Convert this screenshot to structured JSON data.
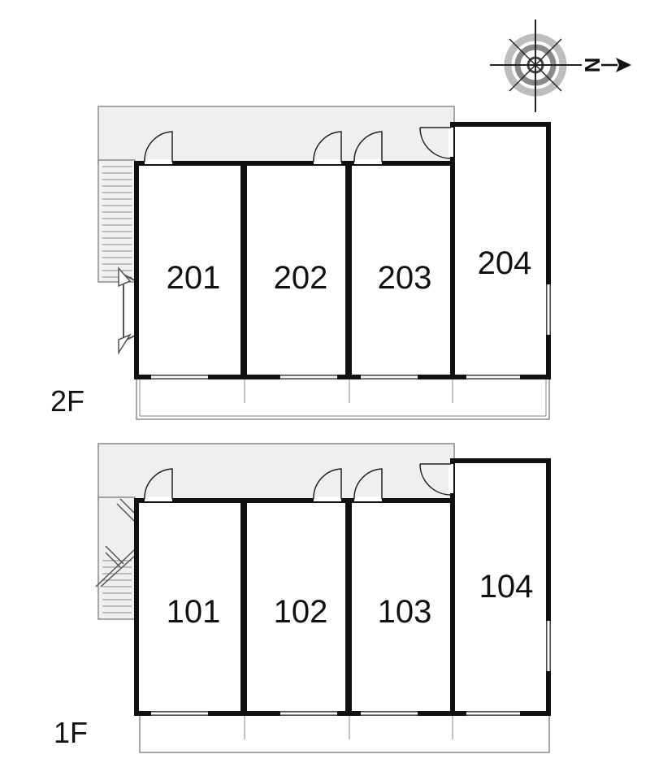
{
  "compass": {
    "letter": "N",
    "icon": "compass-rose-icon"
  },
  "floors": [
    {
      "label": "2F",
      "rooms": [
        "201",
        "202",
        "203",
        "204"
      ]
    },
    {
      "label": "1F",
      "rooms": [
        "101",
        "102",
        "103",
        "104"
      ]
    }
  ],
  "colors": {
    "wall": "#111111",
    "corridor": "#efefef",
    "outline": "#8a8a8a"
  }
}
